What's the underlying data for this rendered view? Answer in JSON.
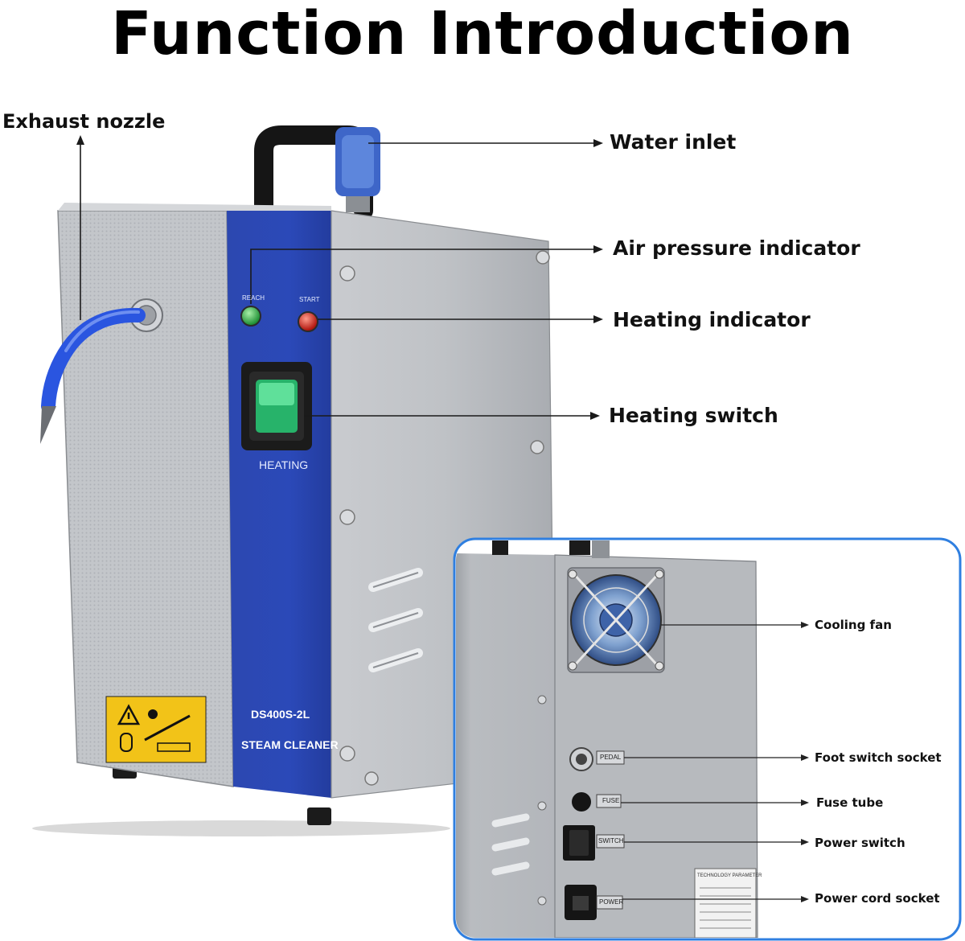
{
  "title": "Function Introduction",
  "main_labels": {
    "exhaust_nozzle": "Exhaust nozzle",
    "water_inlet": "Water inlet",
    "air_pressure_indicator": "Air pressure indicator",
    "heating_indicator": "Heating indicator",
    "heating_switch": "Heating switch"
  },
  "panel": {
    "reach": "REACH",
    "start": "START",
    "heating": "HEATING",
    "model": "DS400S-2L",
    "product": "STEAM CLEANER"
  },
  "inset_labels": {
    "cooling_fan": "Cooling fan",
    "foot_switch_socket": "Foot switch socket",
    "fuse_tube": "Fuse tube",
    "power_switch": "Power switch",
    "power_cord_socket": "Power cord socket"
  },
  "inset_panel": {
    "pedal": "PEDAL",
    "fuse": "FUSE",
    "switch": "SWITCH",
    "power": "POWER",
    "plate_title": "TECHNOLOGY PARAMETER"
  },
  "colors": {
    "panel_blue": "#2b49b8",
    "steel": "#b9bcc1",
    "inset_border": "#2f7fe0",
    "indicator_green": "#1fa33a",
    "indicator_red": "#d8211a",
    "switch_green": "#27b36a",
    "hose_blue": "#2a55e0",
    "warning_yellow": "#f2c318"
  }
}
